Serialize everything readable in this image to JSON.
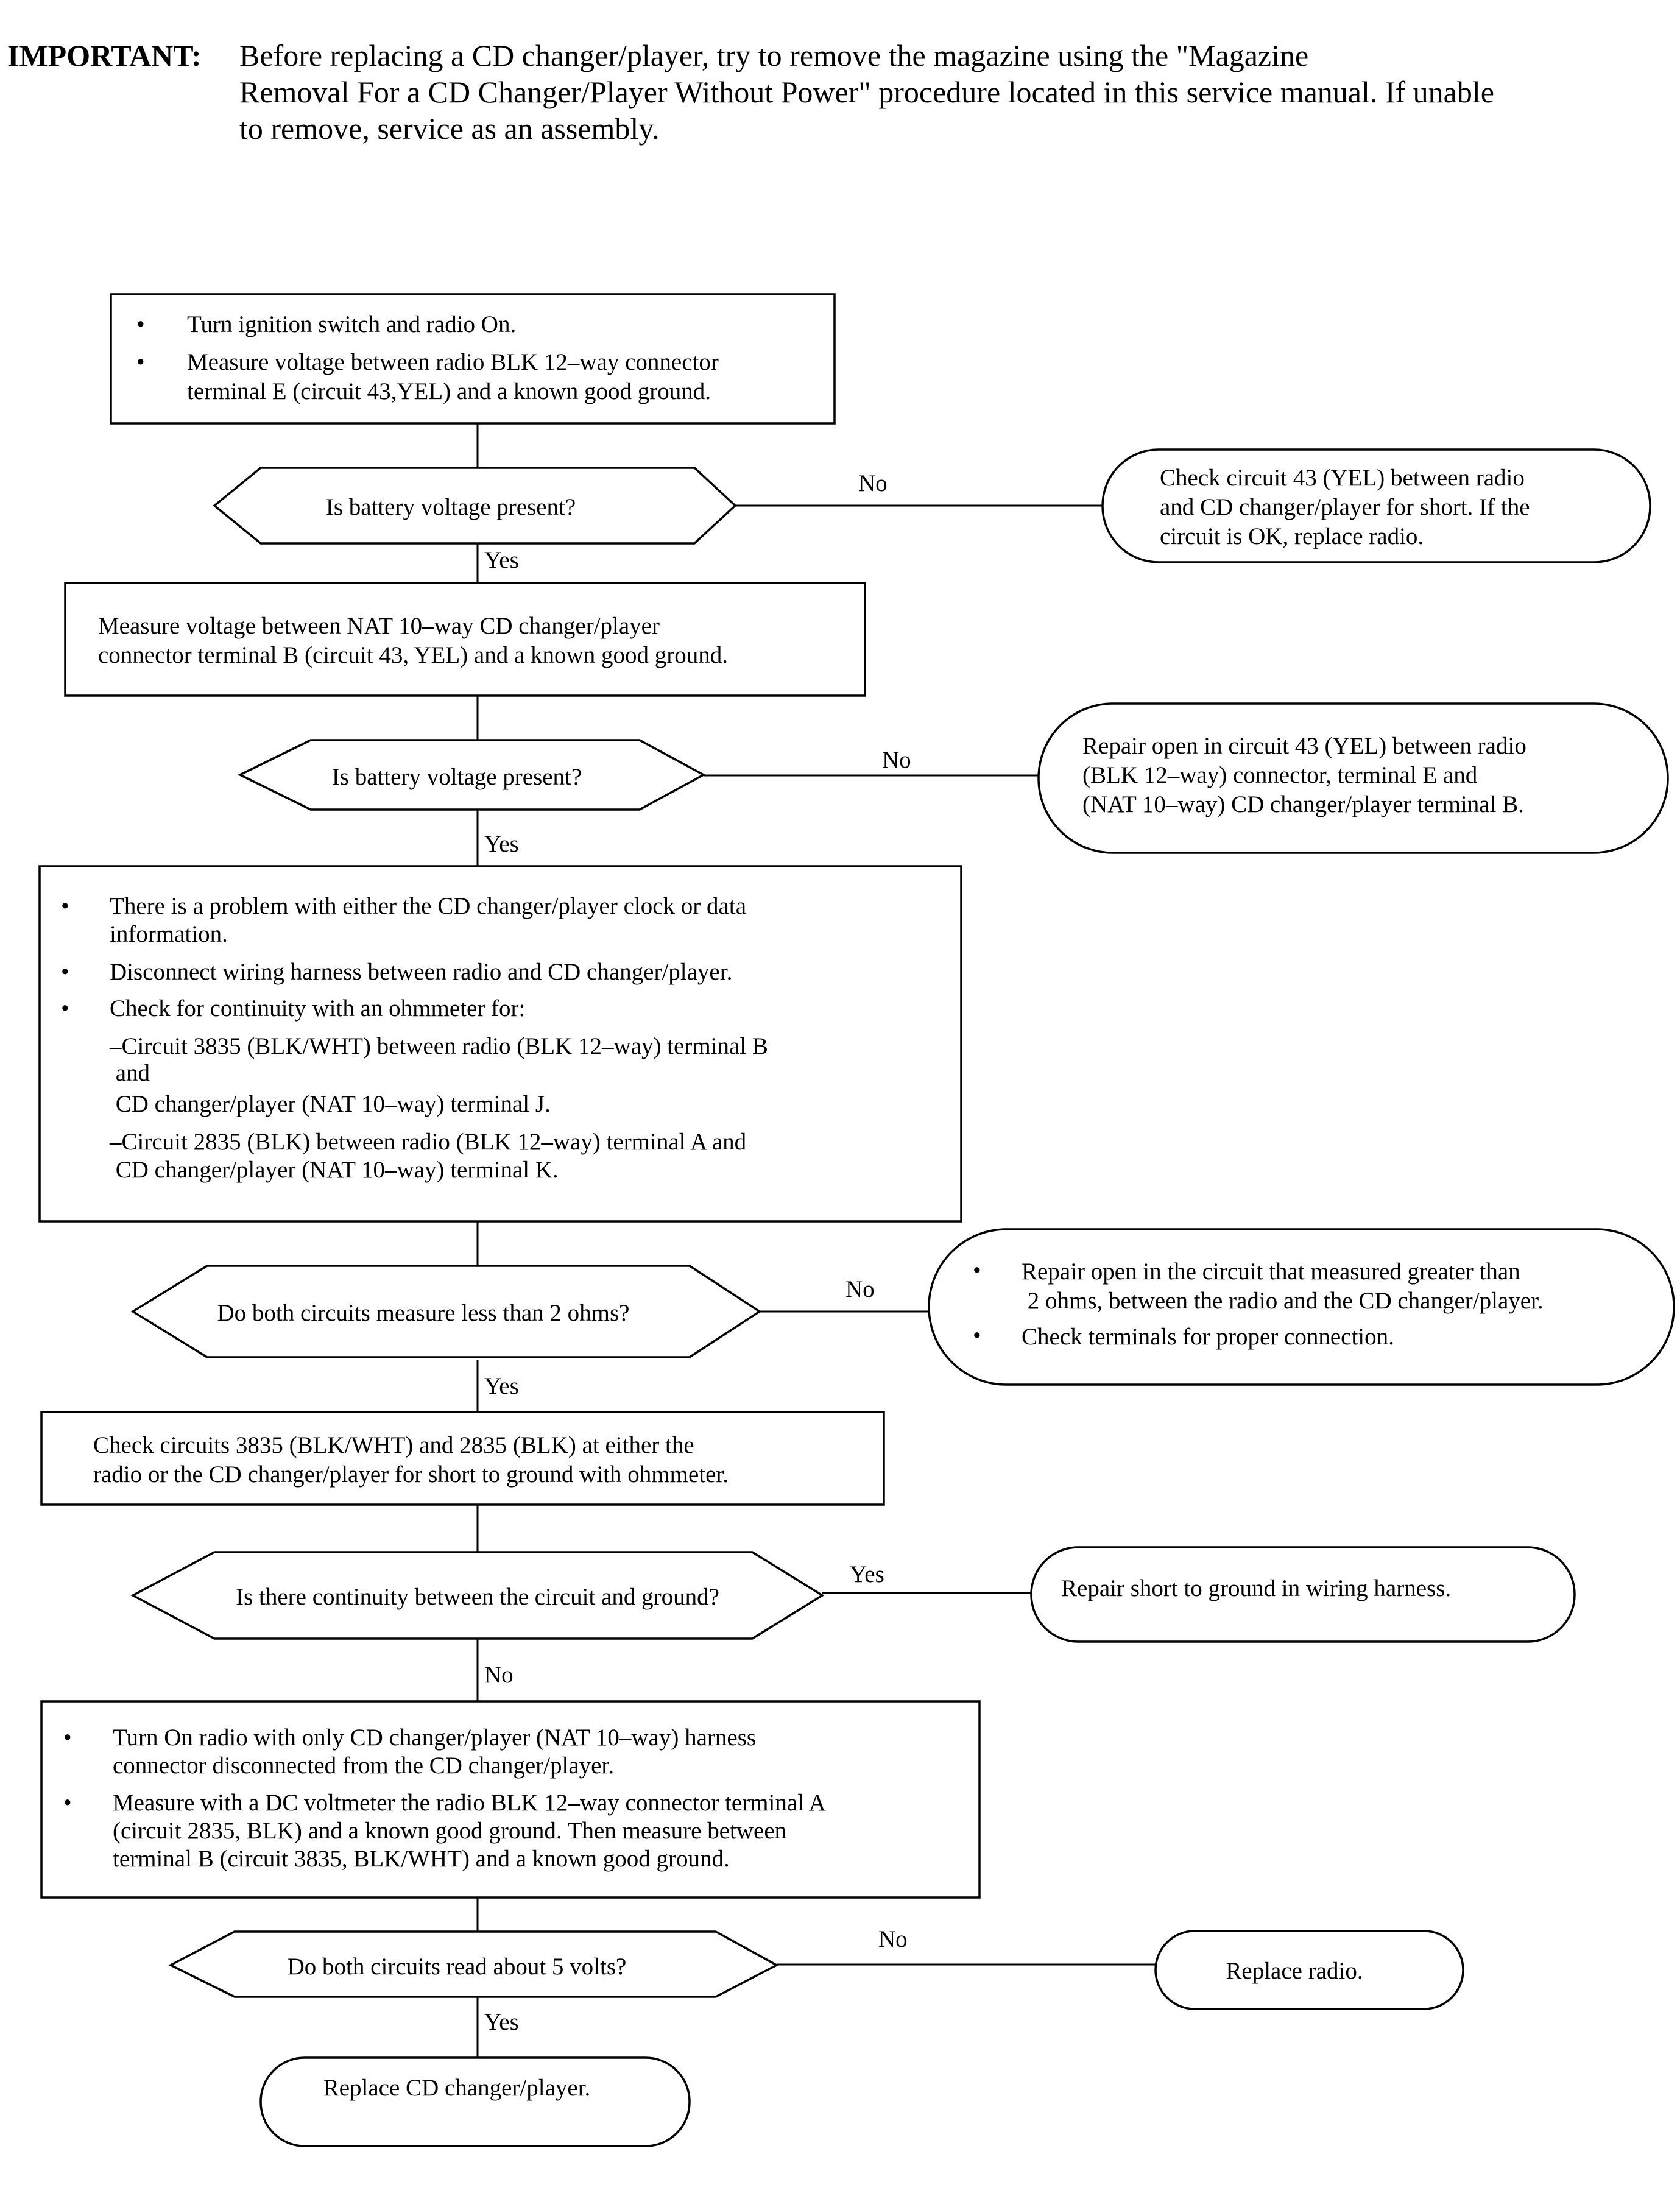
{
  "header": {
    "label": "IMPORTANT:",
    "lines": [
      "Before replacing a CD changer/player, try to remove the magazine using the \"Magazine",
      "Removal For a CD Changer/Player Without Power\" procedure located in this service manual.  If unable",
      "to remove, service as an assembly."
    ]
  },
  "nodes": {
    "start": {
      "bullets": [
        [
          "Turn ignition switch and radio On."
        ],
        [
          "Measure voltage between radio BLK 12–way connector",
          "terminal E (circuit 43,YEL) and a known good ground."
        ]
      ]
    },
    "q_batt1": {
      "text": "Is battery voltage present?"
    },
    "fix_short43": {
      "lines": [
        "Check circuit 43 (YEL) between radio",
        "and CD changer/player for short. If the",
        "circuit is OK, replace radio."
      ]
    },
    "measure_nat": {
      "lines": [
        "Measure voltage between NAT 10–way CD changer/player",
        "connector terminal B (circuit 43, YEL) and a known good ground."
      ]
    },
    "q_batt2": {
      "text": "Is battery voltage present?"
    },
    "fix_open43": {
      "lines": [
        "Repair open in circuit 43 (YEL) between radio",
        "(BLK 12–way) connector, terminal E and",
        "(NAT 10–way) CD changer/player terminal B."
      ]
    },
    "clock_data": {
      "bullets": [
        [
          "There is a problem with either the CD changer/player clock or data",
          "information."
        ],
        [
          "Disconnect wiring harness between radio and CD changer/player."
        ],
        [
          "Check for continuity with an ohmmeter for:"
        ]
      ],
      "sub": [
        [
          "–Circuit 3835 (BLK/WHT) between radio (BLK 12–way) terminal B",
          " and",
          " CD changer/player (NAT 10–way) terminal J."
        ],
        [
          "–Circuit 2835 (BLK) between radio (BLK 12–way) terminal A and",
          " CD changer/player (NAT 10–way) terminal K."
        ]
      ]
    },
    "q_ohms": {
      "text": "Do both circuits measure less than 2 ohms?"
    },
    "fix_open_circuit": {
      "bullets": [
        [
          "Repair open in the circuit that measured greater than",
          " 2 ohms, between the radio and the CD changer/player."
        ],
        [
          "Check terminals for proper connection."
        ]
      ]
    },
    "check_short": {
      "lines": [
        "Check circuits 3835 (BLK/WHT) and 2835 (BLK) at either the",
        "radio or the CD changer/player for short to ground with ohmmeter."
      ]
    },
    "q_continuity": {
      "text": "Is there continuity between the circuit and ground?"
    },
    "fix_ground": {
      "text": "Repair short to ground in wiring harness."
    },
    "measure_5v": {
      "bullets": [
        [
          "Turn On radio with only CD changer/player (NAT 10–way) harness",
          "connector disconnected from the CD changer/player."
        ],
        [
          "Measure with a DC voltmeter the radio BLK 12–way connector terminal A",
          "(circuit 2835, BLK) and a known good ground. Then measure between",
          "terminal B (circuit 3835, BLK/WHT) and a known good ground."
        ]
      ]
    },
    "q_5v": {
      "text": "Do both circuits read about 5 volts?"
    },
    "replace_radio": {
      "text": "Replace radio."
    },
    "replace_changer": {
      "text": "Replace CD changer/player."
    }
  },
  "edges": {
    "batt1_no": "No",
    "batt1_yes": "Yes",
    "batt2_no": "No",
    "batt2_yes": "Yes",
    "ohms_no": "No",
    "ohms_yes": "Yes",
    "cont_yes": "Yes",
    "cont_no": "No",
    "v5_no": "No",
    "v5_yes": "Yes"
  }
}
